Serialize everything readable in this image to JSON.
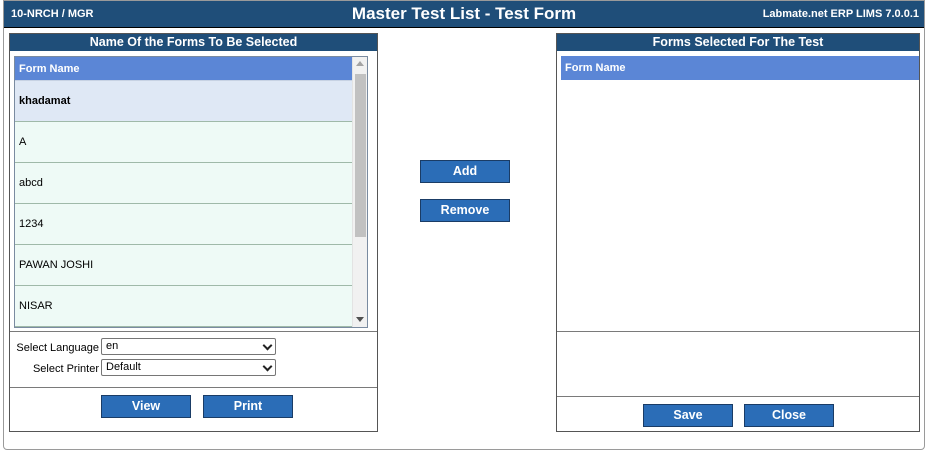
{
  "titlebar": {
    "branch": "10-NRCH / MGR",
    "title": "Master Test List - Test Form",
    "version": "Labmate.net ERP LIMS 7.0.0.1"
  },
  "left_panel": {
    "heading": "Name Of the Forms To Be Selected",
    "column_header": "Form Name",
    "rows": [
      "khadamat",
      "A",
      "abcd",
      "1234",
      "PAWAN JOSHI",
      "NISAR"
    ],
    "selected_row": "khadamat",
    "language_label": "Select Language",
    "language_value": "en",
    "printer_label": "Select Printer",
    "printer_value": "Default",
    "view_label": "View",
    "print_label": "Print"
  },
  "middle": {
    "add_label": "Add",
    "remove_label": "Remove"
  },
  "right_panel": {
    "heading": "Forms Selected For The Test",
    "column_header": "Form Name",
    "save_label": "Save",
    "close_label": "Close"
  },
  "colors": {
    "title_bar": "#1f4e79",
    "list_header": "#5b86d6",
    "button": "#2b6db7",
    "row_bg": "#eefaf6",
    "selected_row_bg": "#dfe8f5"
  }
}
